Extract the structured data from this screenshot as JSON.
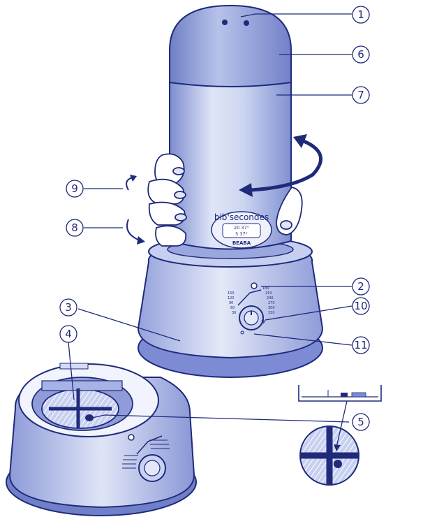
{
  "diagram": {
    "callouts": [
      "1",
      "2",
      "3",
      "4",
      "5",
      "6",
      "7",
      "8",
      "9",
      "10",
      "11"
    ],
    "brand_label": "bib'secondes",
    "brand_logo": "BEABA",
    "display_line_1": "20  37°",
    "display_line_2": "5  37°",
    "dial_scale": [
      "180",
      "210",
      "240",
      "270",
      "300",
      "330",
      "150",
      "120",
      "90",
      "60",
      "30"
    ],
    "colors": {
      "outline": "#1f2a7a",
      "body_light": "#dfe6f6",
      "body_mid": "#b9c5ea",
      "body_dark": "#6f80c8",
      "cap": "#8d9ad6",
      "base_ring": "#7c8bd4",
      "hand": "#ffffff"
    }
  }
}
